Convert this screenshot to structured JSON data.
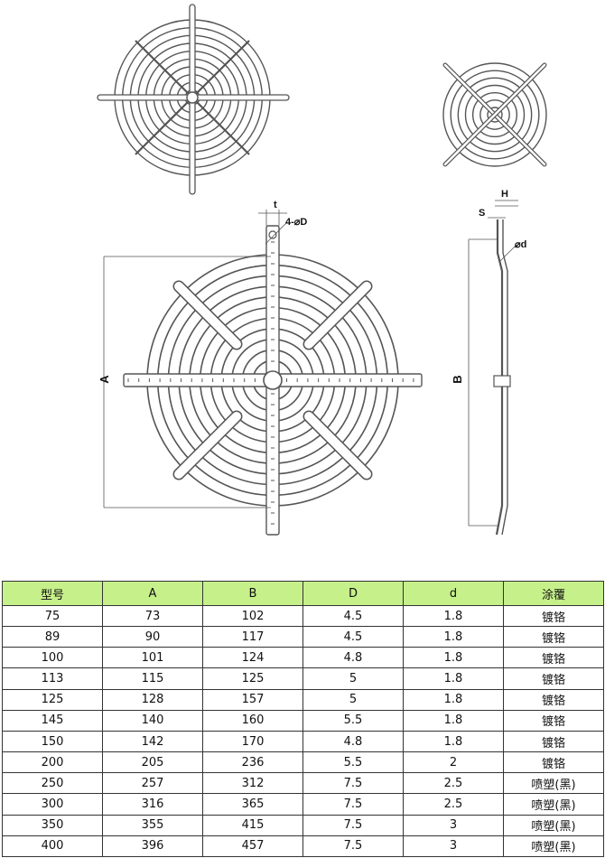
{
  "drawing_labels": {
    "A": "A",
    "B": "B",
    "H": "H",
    "S": "S",
    "t": "t",
    "hole_D": "4-⌀D",
    "hole_d": "⌀d"
  },
  "table": {
    "headers": [
      "型号",
      "A",
      "B",
      "D",
      "d",
      "涂覆"
    ],
    "rows": [
      [
        "75",
        "73",
        "102",
        "4.5",
        "1.8",
        "镀铬"
      ],
      [
        "89",
        "90",
        "117",
        "4.5",
        "1.8",
        "镀铬"
      ],
      [
        "100",
        "101",
        "124",
        "4.8",
        "1.8",
        "镀铬"
      ],
      [
        "113",
        "115",
        "125",
        "5",
        "1.8",
        "镀铬"
      ],
      [
        "125",
        "128",
        "157",
        "5",
        "1.8",
        "镀铬"
      ],
      [
        "145",
        "140",
        "160",
        "5.5",
        "1.8",
        "镀铬"
      ],
      [
        "150",
        "142",
        "170",
        "4.8",
        "1.8",
        "镀铬"
      ],
      [
        "200",
        "205",
        "236",
        "5.5",
        "2",
        "镀铬"
      ],
      [
        "250",
        "257",
        "312",
        "7.5",
        "2.5",
        "喷塑(黑)"
      ],
      [
        "300",
        "316",
        "365",
        "7.5",
        "2.5",
        "喷塑(黑)"
      ],
      [
        "350",
        "355",
        "415",
        "7.5",
        "3",
        "喷塑(黑)"
      ],
      [
        "400",
        "396",
        "457",
        "7.5",
        "3",
        "喷塑(黑)"
      ]
    ]
  },
  "colors": {
    "header_bg": "#c6f08a",
    "line": "#555555"
  }
}
